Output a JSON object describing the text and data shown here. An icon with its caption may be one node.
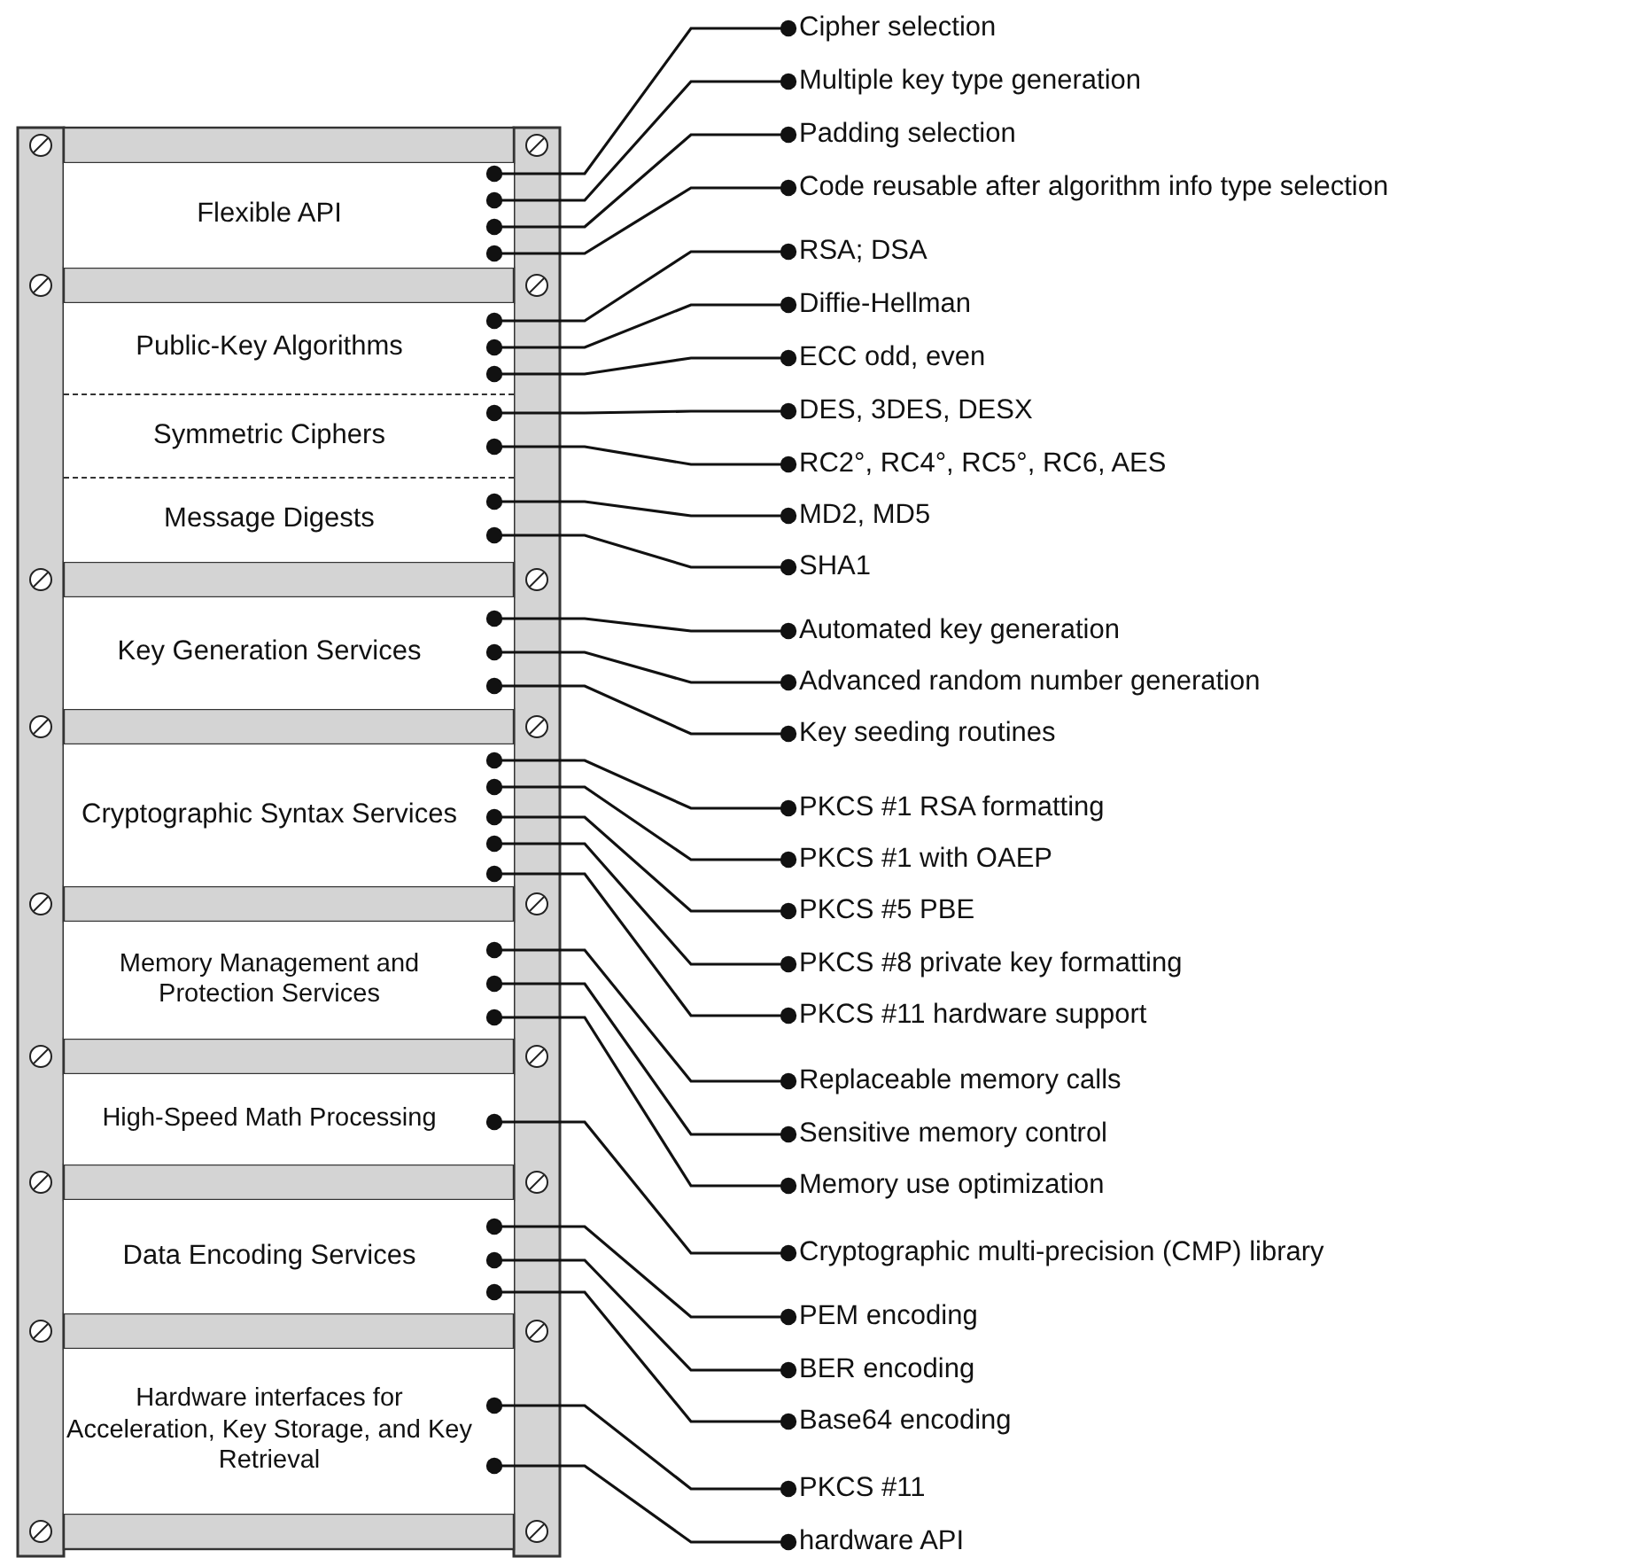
{
  "diagram": {
    "nodes": [
      {
        "text": [
          "Flexible API"
        ]
      },
      {
        "text": [
          "Public-Key Algorithms"
        ]
      },
      {
        "text": [
          "Symmetric Ciphers"
        ]
      },
      {
        "text": [
          "Message Digests"
        ]
      },
      {
        "text": [
          "Key Generation Services"
        ]
      },
      {
        "text": [
          "Cryptographic Syntax Services"
        ]
      },
      {
        "text": [
          "Memory Management and Protection Services"
        ]
      },
      {
        "text": [
          "High-Speed Math Processing"
        ]
      },
      {
        "text": [
          "Data Encoding Services"
        ]
      },
      {
        "text": [
          "Hardware interfaces for Acceleration, Key Storage, and Key Retrieval"
        ]
      },
      {
        "text": [
          "Cipher selection"
        ]
      },
      {
        "text": [
          "Multiple key type generation"
        ]
      },
      {
        "text": [
          "Padding selection"
        ]
      },
      {
        "text": [
          "Code reusable after algorithm info type selection"
        ]
      },
      {
        "text": [
          "RSA; DSA"
        ]
      },
      {
        "text": [
          "Diffie-Hellman"
        ]
      },
      {
        "text": [
          "ECC odd, even"
        ]
      },
      {
        "text": [
          "DES, 3DES, DESX"
        ]
      },
      {
        "text": [
          "RC2°, RC4°, RC5°, RC6, AES"
        ]
      },
      {
        "text": [
          "MD2, MD5"
        ]
      },
      {
        "text": [
          "SHA1"
        ]
      },
      {
        "text": [
          "Automated key generation"
        ]
      },
      {
        "text": [
          "Advanced random number generation"
        ]
      },
      {
        "text": [
          "Key seeding routines"
        ]
      },
      {
        "text": [
          "PKCS #1 RSA formatting"
        ]
      },
      {
        "text": [
          "PKCS #1 with OAEP"
        ]
      },
      {
        "text": [
          "PKCS #5 PBE"
        ]
      },
      {
        "text": [
          "PKCS #8 private key formatting"
        ]
      },
      {
        "text": [
          "PKCS #11 hardware support"
        ]
      },
      {
        "text": [
          "Replaceable memory calls"
        ]
      },
      {
        "text": [
          "Sensitive memory control"
        ]
      },
      {
        "text": [
          "Memory use optimization"
        ]
      },
      {
        "text": [
          "Cryptographic multi-precision (CMP) library"
        ]
      },
      {
        "text": [
          "PEM encoding"
        ]
      },
      {
        "text": [
          "BER encoding"
        ]
      },
      {
        "text": [
          "Base64 encoding"
        ]
      },
      {
        "text": [
          "PKCS #11"
        ]
      },
      {
        "text": [
          "hardware API"
        ]
      }
    ],
    "edges": [
      {
        "from": 0,
        "to": 10,
        "arrow": "other"
      },
      {
        "from": 0,
        "to": 11,
        "arrow": "other"
      },
      {
        "from": 0,
        "to": 12,
        "arrow": "other"
      },
      {
        "from": 0,
        "to": 13,
        "arrow": "other"
      },
      {
        "from": 1,
        "to": 14,
        "arrow": "other"
      },
      {
        "from": 1,
        "to": 15,
        "arrow": "other"
      },
      {
        "from": 1,
        "to": 16,
        "arrow": "other"
      },
      {
        "from": 2,
        "to": 17,
        "arrow": "other"
      },
      {
        "from": 2,
        "to": 18,
        "arrow": "other"
      },
      {
        "from": 3,
        "to": 19,
        "arrow": "other"
      },
      {
        "from": 3,
        "to": 20,
        "arrow": "other"
      },
      {
        "from": 4,
        "to": 21,
        "arrow": "other"
      },
      {
        "from": 4,
        "to": 22,
        "arrow": "other"
      },
      {
        "from": 4,
        "to": 23,
        "arrow": "other"
      },
      {
        "from": 5,
        "to": 24,
        "arrow": "other"
      },
      {
        "from": 5,
        "to": 25,
        "arrow": "other"
      },
      {
        "from": 5,
        "to": 26,
        "arrow": "other"
      },
      {
        "from": 5,
        "to": 27,
        "arrow": "other"
      },
      {
        "from": 5,
        "to": 28,
        "arrow": "other"
      },
      {
        "from": 6,
        "to": 29,
        "arrow": "other"
      },
      {
        "from": 6,
        "to": 30,
        "arrow": "other"
      },
      {
        "from": 6,
        "to": 31,
        "arrow": "other"
      },
      {
        "from": 7,
        "to": 32,
        "arrow": "other"
      },
      {
        "from": 8,
        "to": 33,
        "arrow": "other"
      },
      {
        "from": 8,
        "to": 34,
        "arrow": "other"
      },
      {
        "from": 8,
        "to": 35,
        "arrow": "other"
      },
      {
        "from": 9,
        "to": 36,
        "arrow": "other"
      },
      {
        "from": 9,
        "to": 37,
        "arrow": "other"
      }
    ]
  }
}
